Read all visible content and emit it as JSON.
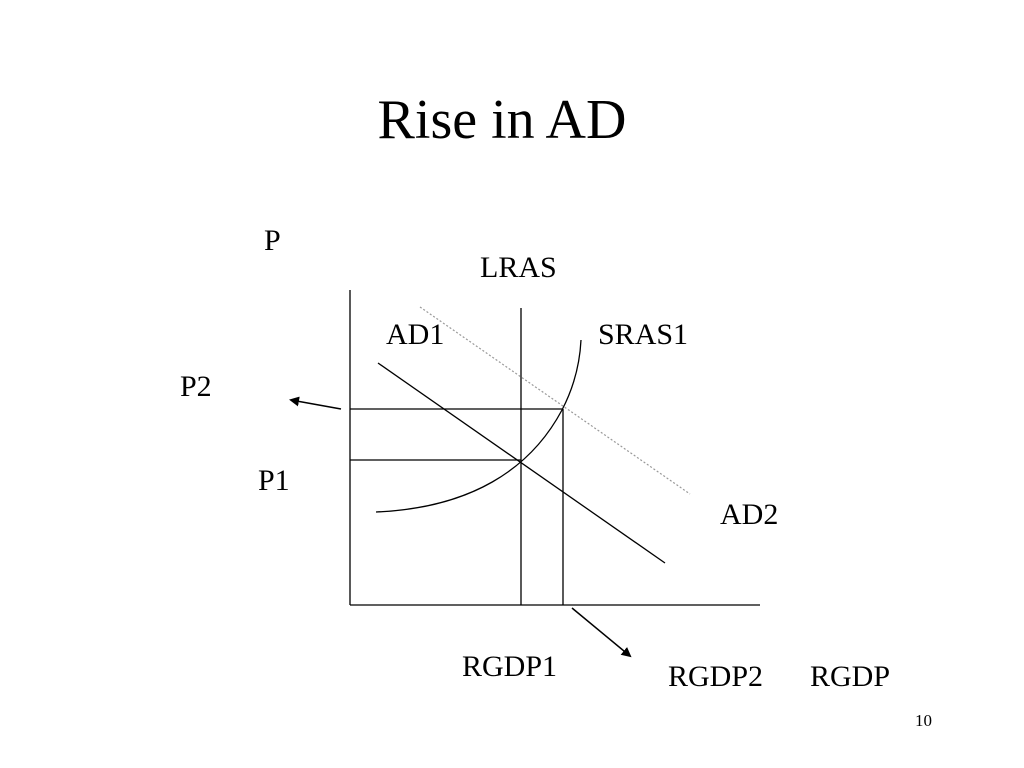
{
  "slide": {
    "title": "Rise in AD",
    "page_number": "10"
  },
  "diagram": {
    "y_axis_label": "P",
    "x_axis_label": "RGDP",
    "labels": {
      "lras": "LRAS",
      "ad1": "AD1",
      "sras1": "SRAS1",
      "ad2": "AD2",
      "p2": "P2",
      "p1": "P1",
      "rgdp1": "RGDP1",
      "rgdp2": "RGDP2"
    },
    "colors": {
      "line": "#000000",
      "ad2_dotted": "#999999",
      "background": "#ffffff"
    }
  }
}
